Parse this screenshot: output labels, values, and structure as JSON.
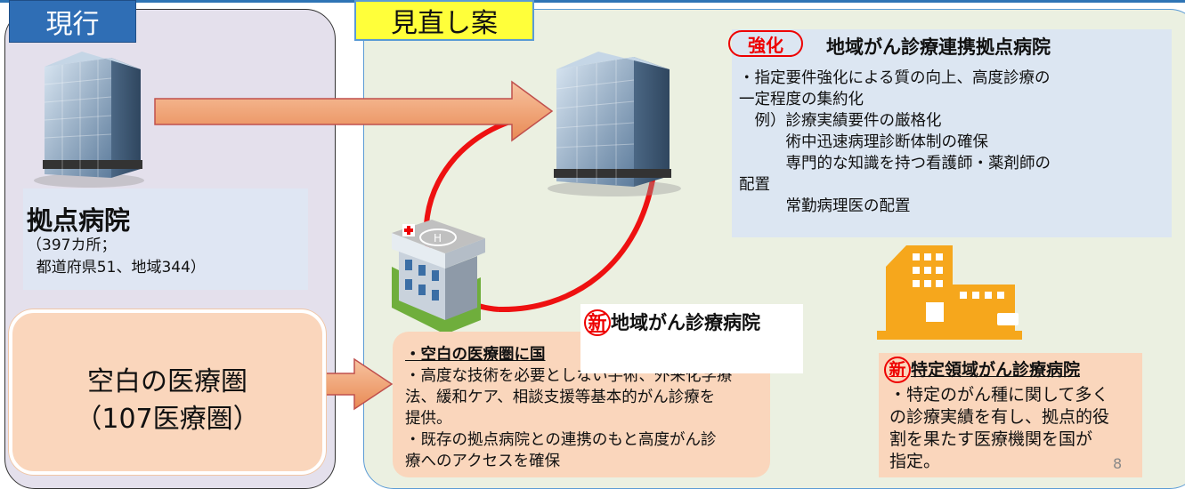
{
  "tags": {
    "current": "現行",
    "proposal": "見直し案"
  },
  "current": {
    "base_title": "拠点病院",
    "base_count_line1": "（397カ所；",
    "base_count_line2": "  都道府県51、地域344）",
    "blank_line1": "空白の医療圏",
    "blank_line2": "（107医療圏）"
  },
  "strengthen": {
    "badge": "強化",
    "title": "地域がん診療連携拠点病院",
    "lines": [
      "・指定要件強化による質の向上、高度診療の",
      "一定程度の集約化",
      "　例）診療実績要件の厳格化",
      "　　　術中迅速病理診断体制の確保",
      "　　　専門的な知識を持つ看護師・薬剤師の",
      "配置",
      "　　　常勤病理医の配置"
    ]
  },
  "regional": {
    "badge": "新",
    "title": "地域がん診療病院",
    "lines": [
      "・空白の医療圏に国",
      "・高度な技術を必要としない手術、外来化学療",
      "法、緩和ケア、相談支援等基本的がん診療を",
      "提供。",
      "・既存の拠点病院との連携のもと高度がん診",
      "療へのアクセスを確保"
    ]
  },
  "specific": {
    "badge": "新",
    "title": "特定領域がん診療病院",
    "lines": [
      "・特定のがん種に関して多く",
      "の診療実績を有し、拠点的役",
      "割を果たす医療機関を国が",
      "指定。"
    ]
  },
  "page_number": "8",
  "colors": {
    "arrow": "#f0a36e",
    "arrow_stroke": "#c0504d",
    "red_arc": "#ee1111",
    "current_tag": "#2f6eb5",
    "proposal_tag": "#ffff3a"
  }
}
